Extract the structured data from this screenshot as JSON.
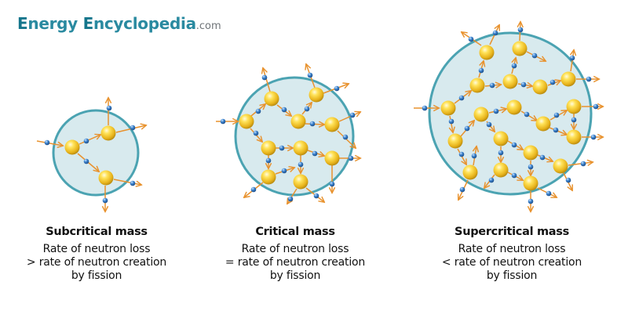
{
  "logo": {
    "word1_cap": "E",
    "word1_rest": "nergy ",
    "word2_cap": "E",
    "word2_rest": "ncyclopedia",
    "domain": ".com"
  },
  "colors": {
    "brand": "#2a8aa0",
    "circle_fill": "#d8eaee",
    "circle_stroke": "#4ba3b2",
    "arrow": "#e8922e",
    "nucleus": "#f2c12e",
    "neutron": "#3a7fc8"
  },
  "panels": [
    {
      "title": "Subcritical mass",
      "line1": "Rate of neutron loss",
      "line2": "> rate of neutron creation",
      "line3": "by fission"
    },
    {
      "title": "Critical mass",
      "line1": "Rate of neutron loss",
      "line2": "= rate of neutron creation",
      "line3": "by fission"
    },
    {
      "title": "Supercritical mass",
      "line1": "Rate of neutron loss",
      "line2": "< rate of neutron creation",
      "line3": "by fission"
    }
  ],
  "legend_icons": [
    "nucleus-icon",
    "neutron-icon",
    "arrow-icon",
    "mass-circle"
  ]
}
